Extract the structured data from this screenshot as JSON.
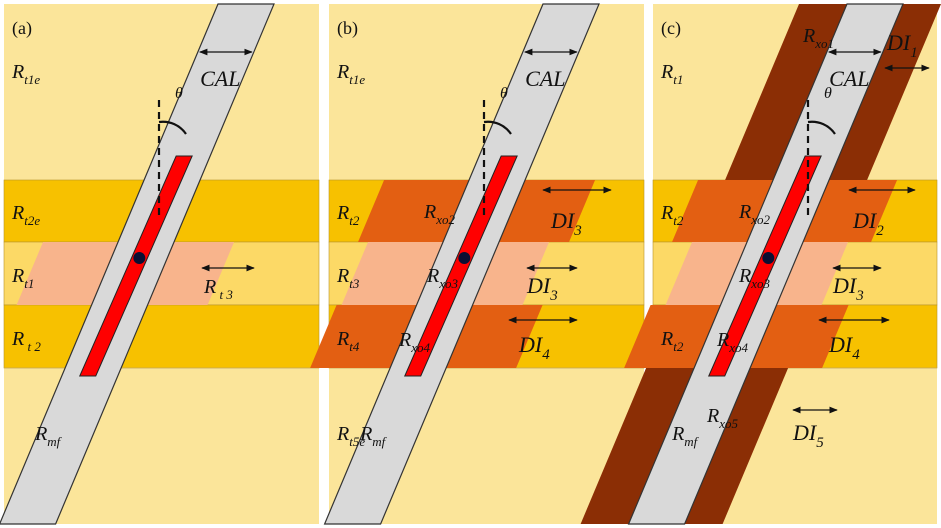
{
  "figure": {
    "colors": {
      "background": "#FBE59A",
      "layer_dark": "#F7C100",
      "layer_mid": "#FCD966",
      "invasion_light": "#F8B48C",
      "invasion_mid": "#E35F12",
      "invasion_dark": "#8B2E05",
      "borehole": "#D9D9D9",
      "tool": "#FF0000",
      "outline": "#333333"
    },
    "panels": [
      {
        "id": "a",
        "label": "(a)",
        "layers": [
          {
            "name": "top",
            "main": "R",
            "sub": "t1e"
          },
          {
            "name": "layer1",
            "main": "R",
            "sub": "t2e"
          },
          {
            "name": "layer2",
            "main": "R",
            "sub": "t1"
          },
          {
            "name": "layer3",
            "main": "R",
            "sub": " t 2"
          },
          {
            "name": "bottom",
            "main": "",
            "sub": ""
          }
        ],
        "angle_label": "θ",
        "cal_label": "CAL",
        "mud_label": {
          "main": "R",
          "sub": "mf"
        },
        "zone_labels": [
          {
            "name": "rt3",
            "main": "R",
            "sub": " t 3"
          }
        ]
      },
      {
        "id": "b",
        "label": "(b)",
        "layers": [
          {
            "name": "top",
            "main": "R",
            "sub": "t1e"
          },
          {
            "name": "layer1",
            "main": "R",
            "sub": "t2"
          },
          {
            "name": "layer2",
            "main": "R",
            "sub": "t3"
          },
          {
            "name": "layer3",
            "main": "R",
            "sub": "t4"
          },
          {
            "name": "bottom",
            "main": "R",
            "sub": "t5e"
          }
        ],
        "angle_label": "θ",
        "cal_label": "CAL",
        "mud_label": {
          "main": "R",
          "sub": "mf"
        },
        "zone_labels": [
          {
            "name": "rxo2",
            "main": "R",
            "sub": "xo2"
          },
          {
            "name": "rxo3",
            "main": "R",
            "sub": "xo3"
          },
          {
            "name": "rxo4",
            "main": "R",
            "sub": "xo4"
          },
          {
            "name": "di-top",
            "main": "DI",
            "sub": "3"
          },
          {
            "name": "di-mid",
            "main": "DI",
            "sub": "3"
          },
          {
            "name": "di-bot",
            "main": "DI",
            "sub": "4"
          }
        ]
      },
      {
        "id": "c",
        "label": "(c)",
        "layers": [
          {
            "name": "top",
            "main": "R",
            "sub": "t1"
          },
          {
            "name": "layer1",
            "main": "R",
            "sub": "t2"
          },
          {
            "name": "layer2",
            "main": "",
            "sub": ""
          },
          {
            "name": "layer3",
            "main": "R",
            "sub": "t2"
          },
          {
            "name": "bottom",
            "main": "",
            "sub": ""
          }
        ],
        "angle_label": "θ",
        "cal_label": "CAL",
        "mud_label": {
          "main": "R",
          "sub": "mf"
        },
        "zone_labels": [
          {
            "name": "rxo1",
            "main": "R",
            "sub": "xo1"
          },
          {
            "name": "di1",
            "main": "DI",
            "sub": "1"
          },
          {
            "name": "rxo2",
            "main": "R",
            "sub": "xo2"
          },
          {
            "name": "di2",
            "main": "DI",
            "sub": "2"
          },
          {
            "name": "rxo3",
            "main": "R",
            "sub": "xo3"
          },
          {
            "name": "di3",
            "main": "DI",
            "sub": "3"
          },
          {
            "name": "rxo4",
            "main": "R",
            "sub": "xo4"
          },
          {
            "name": "di4",
            "main": "DI",
            "sub": "4"
          },
          {
            "name": "rxo5",
            "main": "R",
            "sub": "xo5"
          },
          {
            "name": "di5",
            "main": "DI",
            "sub": "5"
          }
        ]
      }
    ]
  }
}
